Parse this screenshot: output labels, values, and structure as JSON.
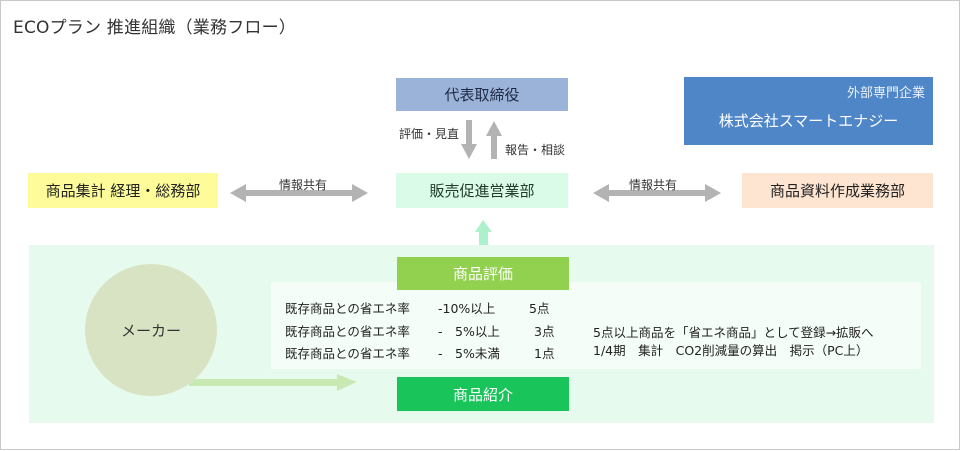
{
  "title": "ECOプラン 推進組織（業務フロー）",
  "top_box": "代表取締役",
  "external": {
    "caption": "外部専門企業",
    "name": "株式会社スマートエナジー"
  },
  "arrow_labels": {
    "evaluation": "評価・見直",
    "report": "報告・相談",
    "info_left": "情報共有",
    "info_right": "情報共有"
  },
  "left_box": "商品集計 経理・総務部",
  "center_box": "販売促進営業部",
  "right_box": "商品資料作成業務部",
  "maker": "メーカー",
  "eval_box": "商品評価",
  "intro_box": "商品紹介",
  "criteria": [
    {
      "label": "既存商品との省エネ率",
      "range": "-10%以上",
      "points": "5点"
    },
    {
      "label": "既存商品との省エネ率",
      "range": "-　5%以上",
      "points": "3点"
    },
    {
      "label": "既存商品との省エネ率",
      "range": "-　5%未満",
      "points": "1点"
    }
  ],
  "notes": [
    "5点以上商品を「省エネ商品」として登録→拡販へ",
    "1/4期　集計　CO2削減量の算出　掲示（PC上）"
  ],
  "colors": {
    "top_box": "#9bb3d8",
    "external": "#4f86c8",
    "left_box": "#fdfb9a",
    "center_box": "#d9fbe8",
    "right_box": "#fde5d2",
    "eval_box": "#92d050",
    "intro_box": "#19c55a",
    "zone": "#e6fbee",
    "maker": "#d8e3c4"
  }
}
